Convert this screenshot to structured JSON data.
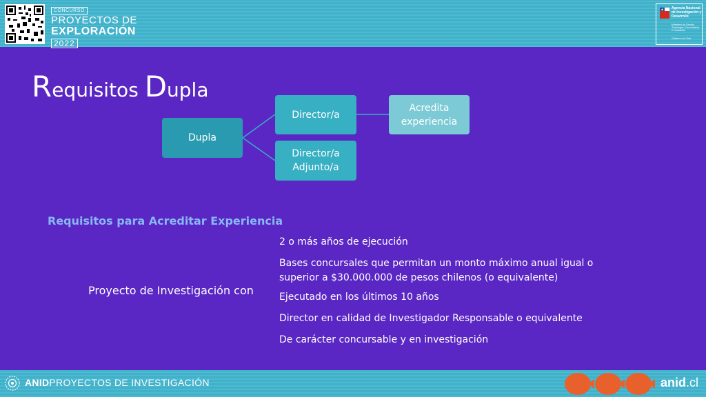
{
  "header": {
    "tag": "CONCURSO",
    "line1": "PROYECTOS DE",
    "line2": "EXPLORACIÓN",
    "year": "2022",
    "agency_name": "Agencia Nacional de Investigación y Desarrollo",
    "agency_sub": "Ministerio de Ciencia, Tecnología, Conocimiento e Innovación",
    "agency_gov": "Gobierno de Chile"
  },
  "slide": {
    "title_big1": "R",
    "title_rest1": "equisitos ",
    "title_big2": "D",
    "title_rest2": "upla",
    "diagram": {
      "root": "Dupla",
      "director": "Director/a",
      "adjunto": "Director/a Adjunto/a",
      "acredita": "Acredita experiencia"
    },
    "subheading": "Requisitos para Acreditar Experiencia",
    "left_label": "Proyecto de Investigación con",
    "requirements": [
      "2 o más años de ejecución",
      "Bases concursales que permitan un monto máximo anual igual o superior a $30.000.000  de pesos chilenos (o equivalente)",
      "Ejecutado en los últimos 10 años",
      "Director en calidad de Investigador  Responsable o equivalente",
      "De carácter concursable y en investigación"
    ]
  },
  "footer": {
    "brand_bold": "ANID",
    "brand_rest": "PROYECTOS DE INVESTIGACIÓN",
    "site_bold": "anid",
    "site_rest": ".cl"
  },
  "colors": {
    "background": "#5a26c4",
    "bars": "#43b6cf",
    "root_box": "#2a9ab0",
    "child_box": "#38b0c4",
    "accent_box": "#7ccad6",
    "subheading": "#88b8f4",
    "fish": "#e8612c"
  }
}
